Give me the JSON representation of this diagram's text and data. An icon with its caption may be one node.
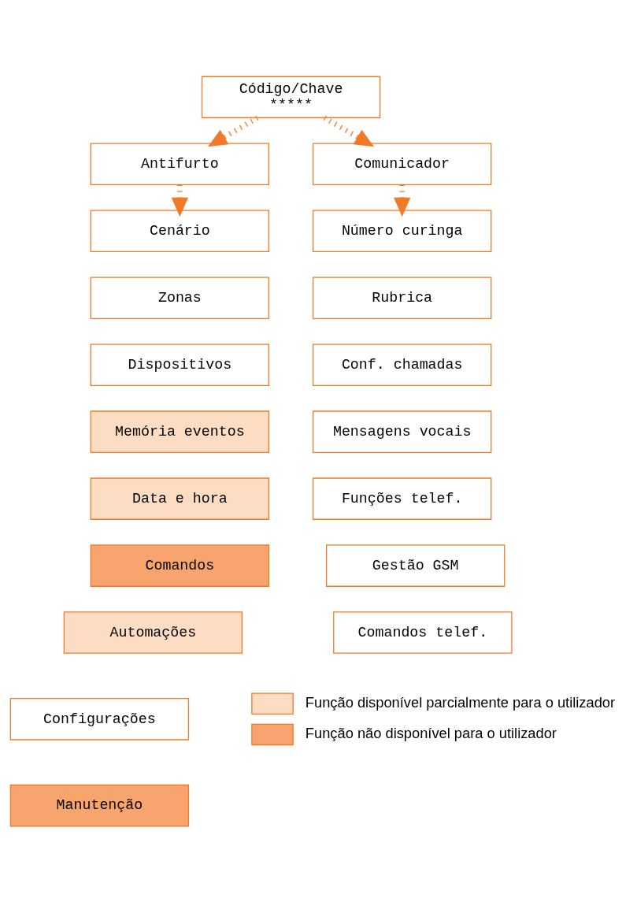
{
  "diagram": {
    "nodes": [
      {
        "text": [
          "Código/Chave",
          "*****"
        ]
      },
      {
        "text": [
          "Antifurto"
        ]
      },
      {
        "text": [
          "Comunicador"
        ]
      },
      {
        "text": [
          "Cenário"
        ]
      },
      {
        "text": [
          "Zonas"
        ]
      },
      {
        "text": [
          "Dispositivos"
        ]
      },
      {
        "text": [
          "Memória eventos"
        ]
      },
      {
        "text": [
          "Data e hora"
        ]
      },
      {
        "text": [
          "Comandos"
        ]
      },
      {
        "text": [
          "Automações"
        ]
      },
      {
        "text": [
          "Configurações"
        ]
      },
      {
        "text": [
          "Manutenção"
        ]
      },
      {
        "text": [
          "Número curinga"
        ]
      },
      {
        "text": [
          "Rubrica"
        ]
      },
      {
        "text": [
          "Conf. chamadas"
        ]
      },
      {
        "text": [
          "Mensagens vocais"
        ]
      },
      {
        "text": [
          "Funções telef."
        ]
      },
      {
        "text": [
          "Gestão GSM"
        ]
      },
      {
        "text": [
          "Comandos telef."
        ]
      }
    ],
    "edges": [
      {
        "from": 0,
        "to": 1,
        "arrow": "to",
        "style": "dashed"
      },
      {
        "from": 0,
        "to": 2,
        "arrow": "to",
        "style": "dashed"
      },
      {
        "from": 1,
        "to": 3,
        "arrow": "to",
        "style": "dashed"
      },
      {
        "from": 2,
        "to": 12,
        "arrow": "to",
        "style": "dashed"
      }
    ],
    "legend": [
      {
        "text": "Função disponível parcialmente para o utilizador",
        "color": "#fddcc4"
      },
      {
        "text": "Função não disponível para o utilizador",
        "color": "#f8a46e"
      }
    ]
  }
}
